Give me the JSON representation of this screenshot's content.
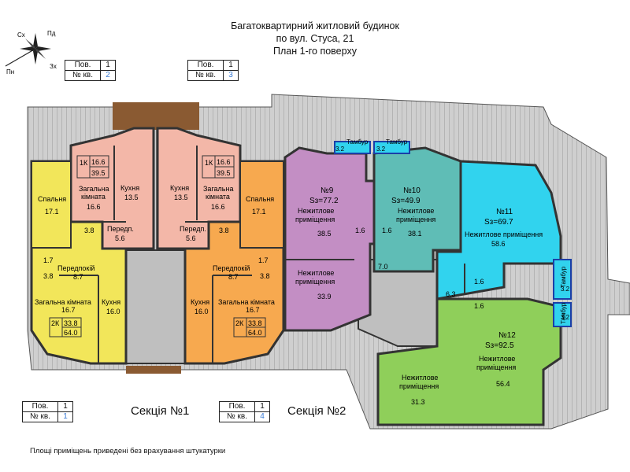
{
  "header": {
    "line1": "Багатоквартирний житловий будинок",
    "line2": "по вул. Стуса, 21",
    "line3": "План 1-го поверху"
  },
  "compass": {
    "sx": "Сх",
    "pd": "Пд",
    "zx": "Зх",
    "pn": "Пн"
  },
  "infoboxes": [
    {
      "floor_label": "Пов.",
      "floor": "1",
      "apt_label": "№ кв.",
      "apt": "2"
    },
    {
      "floor_label": "Пов.",
      "floor": "1",
      "apt_label": "№ кв.",
      "apt": "3"
    },
    {
      "floor_label": "Пов.",
      "floor": "1",
      "apt_label": "№ кв.",
      "apt": "1"
    },
    {
      "floor_label": "Пов.",
      "floor": "1",
      "apt_label": "№ кв.",
      "apt": "4"
    }
  ],
  "sections": {
    "s1": "Секція №1",
    "s2": "Секція №2"
  },
  "footnote": "Площі приміщень приведені без врахування штукатурки",
  "labels": {
    "bedroom": "Спальня",
    "living1": "Загальна",
    "living2": "кімната",
    "living_one": "Загальна кімната",
    "kitchen": "Кухня",
    "hall": "Передпокій",
    "hall_short": "Передп.",
    "nonres1": "Нежитлове",
    "nonres2": "приміщення",
    "nonres_one": "Нежитлове приміщення",
    "vestibule": "Тамбур"
  },
  "apartments": {
    "a2": {
      "rooms": "1К",
      "area_living": "16.6",
      "area_total": "39.5",
      "bedroom": "17.1",
      "living": "16.6",
      "kitchen": "13.5",
      "bath": "3.8",
      "hall": "5.6"
    },
    "a3": {
      "rooms": "1К",
      "area_living": "16.6",
      "area_total": "39.5",
      "bedroom": "17.1",
      "living": "16.6",
      "kitchen": "13.5",
      "bath": "3.8",
      "hall": "5.6"
    },
    "a1": {
      "rooms": "2К",
      "area_living": "33.8",
      "area_total": "64.0",
      "living": "16.7",
      "kitchen": "16.0",
      "hall": "8.7",
      "wc": "1.7",
      "bath": "3.8"
    },
    "a4": {
      "rooms": "2К",
      "area_living": "33.8",
      "area_total": "64.0",
      "living": "16.7",
      "kitchen": "16.0",
      "hall": "8.7",
      "wc": "1.7",
      "bath": "3.8"
    },
    "n9": {
      "num": "№9",
      "area": "Sз=77.2",
      "r1": "38.5",
      "r2": "33.9",
      "wc1": "1.6",
      "wc2": "1.6",
      "vest": "3.2"
    },
    "n10": {
      "num": "№10",
      "area": "Sз=49.9",
      "r1": "38.1",
      "corr": "7.0",
      "vest": "3.2"
    },
    "n11": {
      "num": "№11",
      "area": "Sз=69.7",
      "r1": "58.6",
      "wc1": "1.6",
      "wc2": "1.6",
      "c": "6.3",
      "vest": "3.2"
    },
    "n12": {
      "num": "№12",
      "area": "Sз=92.5",
      "r1": "56.4",
      "r2": "31.3",
      "vest": "3.2"
    }
  },
  "colors": {
    "apt1": "#f2e65a",
    "apt2": "#f3b7a8",
    "apt3": "#f3b7a8",
    "apt4": "#f7a94f",
    "nr9": "#c38ec4",
    "nr10": "#5fbdb6",
    "nr11": "#31d3ee",
    "nr12": "#8fcf5a",
    "porch": "#8a5a32",
    "terrace": "#d4d4d4",
    "common": "#bfbfbf"
  }
}
